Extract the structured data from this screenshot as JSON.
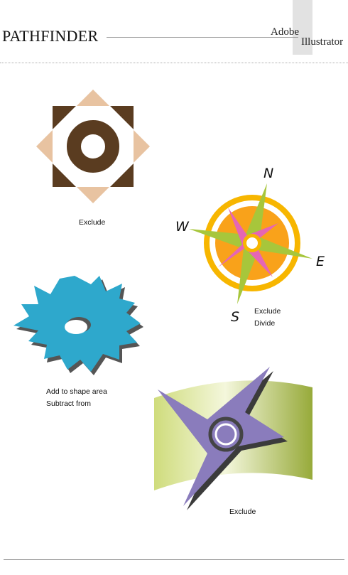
{
  "header": {
    "title": "PATHFINDER",
    "brand_line1": "Adobe",
    "brand_line2": "Illustrator"
  },
  "figures": {
    "square": {
      "caption": "Exclude"
    },
    "compass": {
      "caption_line1": "Exclude",
      "caption_line2": "Divide",
      "north": "N",
      "west": "W",
      "east": "E",
      "south": "S"
    },
    "gear": {
      "caption_line1": "Add to shape area",
      "caption_line2": "Subtract from"
    },
    "star_banner": {
      "caption": "Exclude"
    }
  },
  "colors": {
    "brown": "#5a3c20",
    "peach": "#e8c3a1",
    "gold": "#f7b600",
    "orange": "#f9a21a",
    "pink": "#e566b4",
    "olive": "#a7c63b",
    "teal": "#2ea8cc",
    "purple": "#8a7cbc",
    "lime": "#dde69e"
  }
}
